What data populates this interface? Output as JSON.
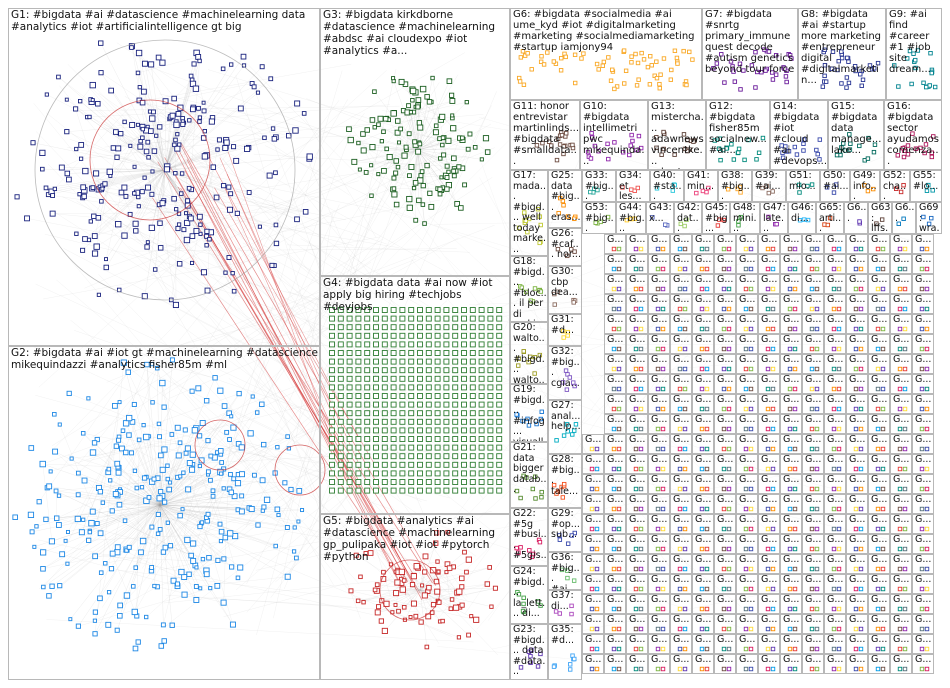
{
  "graph": {
    "groups": [
      {
        "id": "G1",
        "label": "G1: #bigdata #ai #datascience #machinelearning data #analytics #iot #artificialintelligence gt big",
        "color": "#1a237e"
      },
      {
        "id": "G2",
        "label": "G2: #bigdata #ai #iot gt #machinelearning #datascience mikequindazzi #analytics fisher85m #ml",
        "color": "#1e88e5"
      },
      {
        "id": "G3",
        "label": "G3: #bigdata kirkdborne #datascience #machinelearning #abdsc #ai cloudexpo #iot #analytics #a...",
        "color": "#1b5e20"
      },
      {
        "id": "G4",
        "label": "G4: #bigdata data #ai now #iot apply big hiring #techjobs #devjobs",
        "color": "#2e7d32"
      },
      {
        "id": "G5",
        "label": "G5: #bigdata #analytics #ai #datascience #machinelearning gp_pulipaka #iot #iot #pytorch #python",
        "color": "#c62828"
      },
      {
        "id": "G6",
        "label": "G6: #bigdata #socialmedia #ai ume_kyd #iot #digitalmarketing #marketing #socialmediamarketing #startup iamjony94",
        "color": "#f9a825"
      },
      {
        "id": "G7",
        "label": "G7: #bigdata #snrtg primary_immune quest decode #autism genetics beyond tour force",
        "color": "#6a1b9a"
      },
      {
        "id": "G8",
        "label": "G8: #bigdata #ai #startup more marketing #entrepreneur digital #digitalmarketin...",
        "color": "#283593"
      },
      {
        "id": "G9",
        "label": "G9: #ai find #career #1 #job site dream...",
        "color": "#00838f"
      },
      {
        "id": "G10",
        "label": "G10: #bigdata intellimetri pwc mikequinda...",
        "color": "#8e24aa"
      },
      {
        "id": "G11",
        "label": "G11: honor entrevistar martinlinds... #bigdata #smalldata...",
        "color": "#6d4c41"
      },
      {
        "id": "G12",
        "label": "G12: #bigdata fisher85m socialnew... #ai...",
        "color": "#00897b"
      },
      {
        "id": "G13",
        "label": "G13: mistercha... adawnews vincentke... robertasc...",
        "color": "#5d4037"
      },
      {
        "id": "G14",
        "label": "G14: #bigdata #iot #cloud #ai #devops...",
        "color": "#3949ab"
      },
      {
        "id": "G15",
        "label": "G15: #bigdata data manage... lake...",
        "color": "#00695c"
      },
      {
        "id": "G16",
        "label": "G16: #bigdata sector ayudamos comenza...",
        "color": "#ad1457"
      },
      {
        "id": "G17",
        "label": "G17: mada... #bigd... well today marke...",
        "color": "#c0ca33"
      },
      {
        "id": "G18",
        "label": "G18: #bigd... #bloc... il per di mckin...",
        "color": "#7cb342"
      },
      {
        "id": "G19",
        "label": "G19: #bigd... #infog... visuall...",
        "color": "#1976d2"
      },
      {
        "id": "G20",
        "label": "G20: walto... #bigd... walto...",
        "color": "#9e9d24"
      },
      {
        "id": "G21",
        "label": "G21: data bigger datab...",
        "color": "#558b2f"
      },
      {
        "id": "G22",
        "label": "G22: #5g #busi... #5gis...",
        "color": "#d81b60"
      },
      {
        "id": "G23",
        "label": "G23: #bigd... data #data...",
        "color": "#5e35b1"
      },
      {
        "id": "G24",
        "label": "G24: #bigd... la_lett... di...",
        "color": "#43a047"
      },
      {
        "id": "G25",
        "label": "G25: data #big... eras...",
        "color": "#fb8c00"
      },
      {
        "id": "G26",
        "label": "G26: #caf... nor...",
        "color": "#6d4c41"
      },
      {
        "id": "G27",
        "label": "G27: anal... help...",
        "color": "#00acc1"
      },
      {
        "id": "G28",
        "label": "G28: #big... tale...",
        "color": "#f4511e"
      },
      {
        "id": "G29",
        "label": "G29: #op... sub...",
        "color": "#3949ab"
      },
      {
        "id": "G30",
        "label": "G30: cbp dea...",
        "color": "#8d6e63"
      },
      {
        "id": "G31",
        "label": "G31: #d...",
        "color": "#fdd835"
      },
      {
        "id": "G32",
        "label": "G32: #big... cgia...",
        "color": "#7e57c2"
      },
      {
        "id": "G33",
        "label": "G33: #big...",
        "color": "#26a69a"
      },
      {
        "id": "G34",
        "label": "G34: et les...",
        "color": "#ef5350"
      },
      {
        "id": "G35",
        "label": "G35: #d...",
        "color": "#42a5f5"
      },
      {
        "id": "G36",
        "label": "G36: #big... #ai...",
        "color": "#66bb6a"
      },
      {
        "id": "G37",
        "label": "G37: di...",
        "color": "#ab47bc"
      },
      {
        "id": "G38",
        "label": "G38: #big...",
        "color": "#ffa726"
      },
      {
        "id": "G39",
        "label": "G39: #ai...",
        "color": "#8d6e63"
      },
      {
        "id": "G40",
        "label": "G40: #sta...",
        "color": "#26c6da"
      },
      {
        "id": "G41",
        "label": "G41: min...",
        "color": "#ec407a"
      },
      {
        "id": "G42",
        "label": "G42: dat...",
        "color": "#9ccc65"
      },
      {
        "id": "G43",
        "label": "G43: x...",
        "color": "#5c6bc0"
      },
      {
        "id": "G44",
        "label": "G44: #big...",
        "color": "#ffca28"
      },
      {
        "id": "G45",
        "label": "G45: #big...",
        "color": "#e53935"
      },
      {
        "id": "G46",
        "label": "G46: di...",
        "color": "#29b6f6"
      },
      {
        "id": "G47",
        "label": "G47: late...",
        "color": "#8e24aa"
      },
      {
        "id": "G48",
        "label": "G48: mini...",
        "color": "#43a047"
      },
      {
        "id": "G49",
        "label": "G49: info...",
        "color": "#fb8c00"
      },
      {
        "id": "G50",
        "label": "G50: #ai...",
        "color": "#3949ab"
      },
      {
        "id": "G51",
        "label": "G51: mio...",
        "color": "#00897b"
      },
      {
        "id": "G52",
        "label": "G52: cha...",
        "color": "#c62828"
      },
      {
        "id": "G53",
        "label": "G53: #big...",
        "color": "#7cb342"
      },
      {
        "id": "G54",
        "label": "G54: kie...",
        "color": "#6a1b9a"
      },
      {
        "id": "G55",
        "label": "G55: #lo...",
        "color": "#0097a7"
      },
      {
        "id": "G65",
        "label": "G65: arti...",
        "color": "#d84315"
      },
      {
        "id": "G63",
        "label": "G63: lffs...",
        "color": "#5d4037"
      },
      {
        "id": "G69",
        "label": "G69: wra...",
        "color": "#1565c0"
      }
    ],
    "small_label": "G..."
  }
}
